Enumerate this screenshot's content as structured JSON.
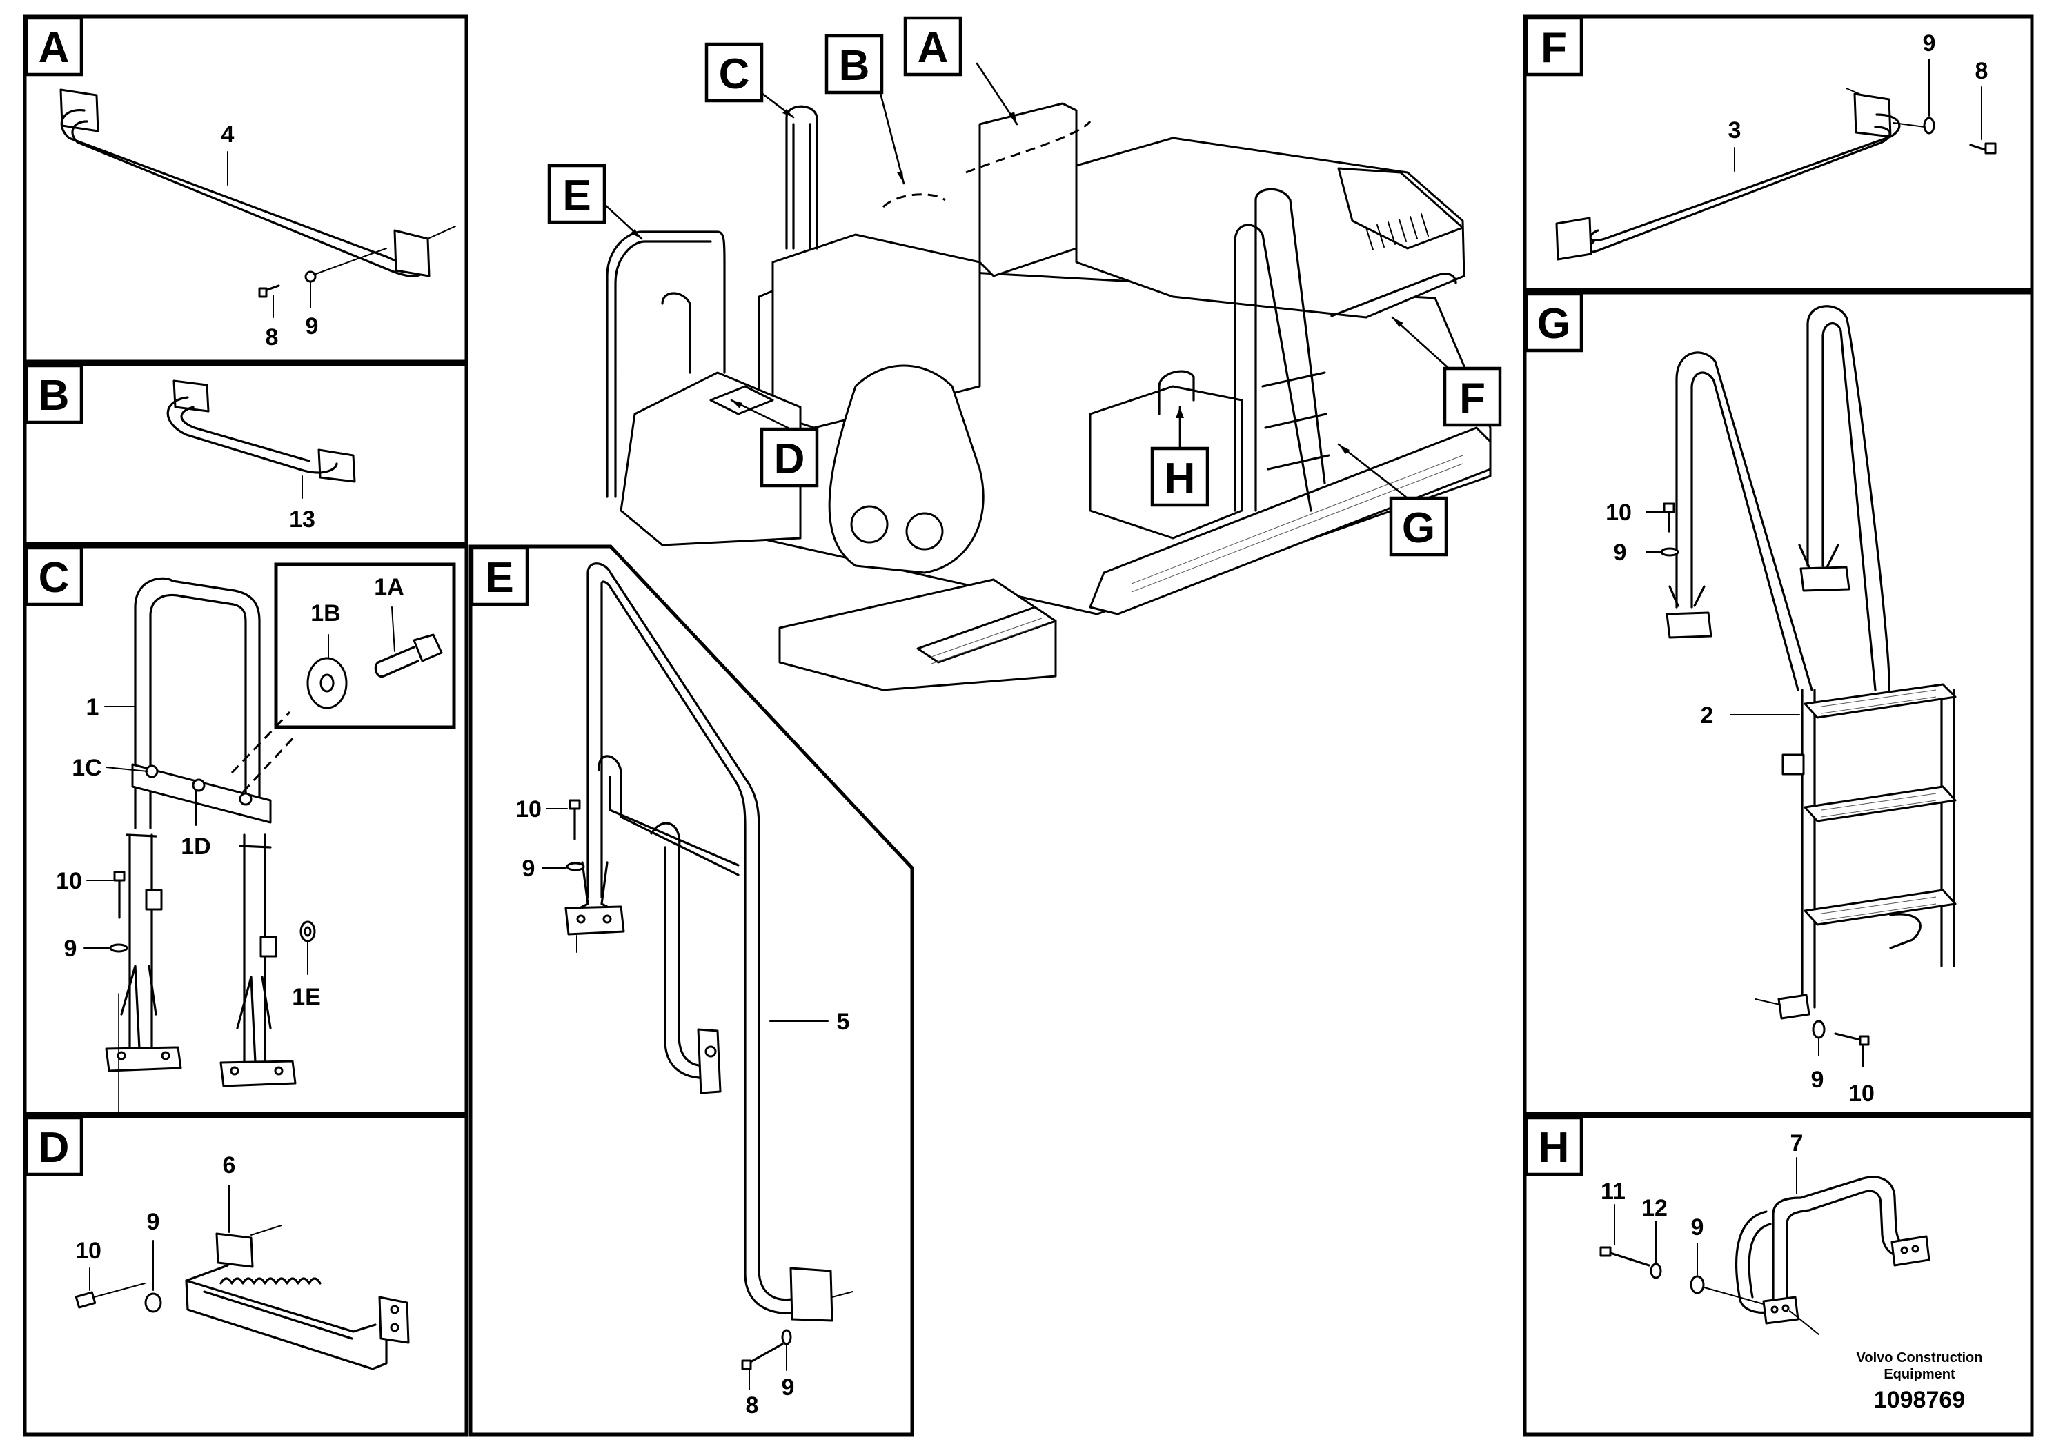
{
  "sections": [
    {
      "letter": "A",
      "parts": [
        "4",
        "8",
        "9"
      ]
    },
    {
      "letter": "B",
      "parts": [
        "13"
      ]
    },
    {
      "letter": "C",
      "parts": [
        "1",
        "1A",
        "1B",
        "1C",
        "1D",
        "1E",
        "9",
        "10"
      ]
    },
    {
      "letter": "D",
      "parts": [
        "6",
        "9",
        "10"
      ]
    },
    {
      "letter": "E",
      "parts": [
        "5",
        "8",
        "9",
        "10"
      ]
    },
    {
      "letter": "F",
      "parts": [
        "3",
        "8",
        "9"
      ]
    },
    {
      "letter": "G",
      "parts": [
        "2",
        "9",
        "10"
      ]
    },
    {
      "letter": "H",
      "parts": [
        "7",
        "9",
        "11",
        "12"
      ]
    }
  ],
  "overview_callouts": [
    "A",
    "B",
    "C",
    "D",
    "E",
    "F",
    "G",
    "H"
  ],
  "footer": {
    "brand_line1": "Volvo Construction",
    "brand_line2": "Equipment",
    "figure_number": "1098769"
  }
}
